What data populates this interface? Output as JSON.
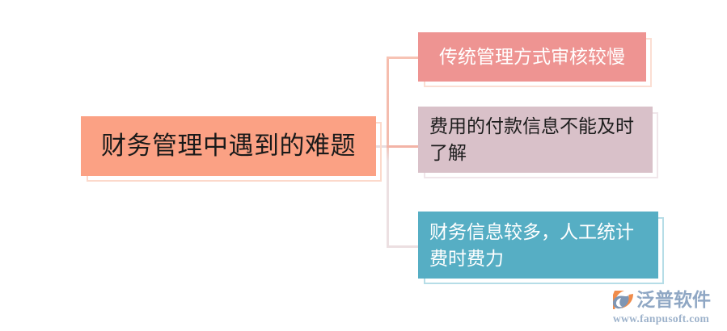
{
  "diagram": {
    "type": "mind-map",
    "root": {
      "label": "财务管理中遇到的难题",
      "fill_color": "#FBA184",
      "text_color": "#1A1A1A",
      "outline_color": "#FCD9CB"
    },
    "branches": [
      {
        "id": "branch-1",
        "label": "传统管理方式审核较慢",
        "fill_color": "#EE9492",
        "text_color": "#FFFFFF",
        "outline_color": "#FBDED3"
      },
      {
        "id": "branch-2",
        "label": "费用的付款信息不能及时了解",
        "fill_color": "#D9C1C9",
        "text_color": "#1D1D1D",
        "outline_color": "#F0E6EA"
      },
      {
        "id": "branch-3",
        "label": "财务信息较多，人工统计费时费力",
        "fill_color": "#56AEC4",
        "text_color": "#FFFFFF",
        "outline_color": "#B6DDE7"
      }
    ],
    "connector_color": "#F7C9BD"
  },
  "watermark": {
    "brand": "泛普软件",
    "url": "www.fanpusoft.com",
    "brand_color": "#8FA7C4",
    "url_color": "#9DB2CB",
    "mark_orange": "#F08C4B",
    "mark_blue": "#7E96B4"
  }
}
